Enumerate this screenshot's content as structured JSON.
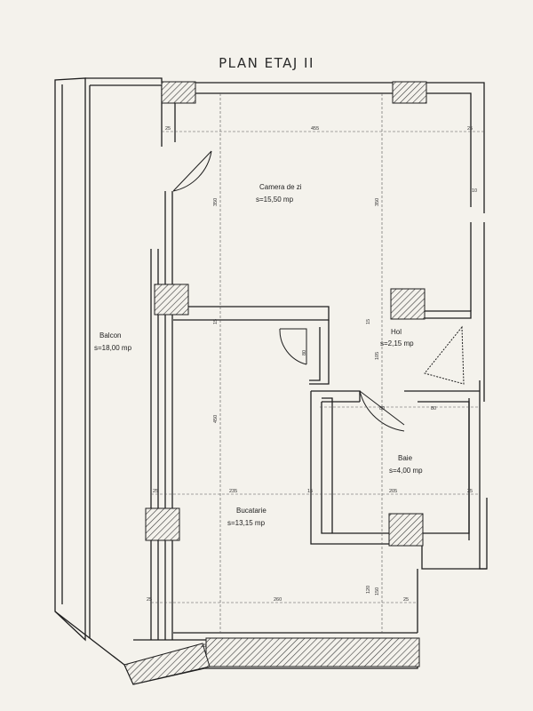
{
  "title": "PLAN ETAJ II",
  "rooms": {
    "camera": {
      "name": "Camera de zi",
      "area": "s=15,50 mp"
    },
    "hol": {
      "name": "Hol",
      "area": "s=2,15 mp"
    },
    "balcon": {
      "name": "Balcon",
      "area": "s=18,00 mp"
    },
    "baie": {
      "name": "Baie",
      "area": "s=4,00 mp"
    },
    "bucatarie": {
      "name": "Bucatarie",
      "area": "s=13,15 mp"
    }
  },
  "dimensions": {
    "top_width": "455",
    "top_left": "25",
    "top_right": "25",
    "right_small": "10",
    "camera_h1": "350",
    "camera_h2": "350",
    "mid_15": "15",
    "hol_15": "15",
    "hol_105": "105",
    "door_80": "80",
    "door_80b": "80",
    "door_80c": "80",
    "kitchen_h": "450",
    "kitchen_row_25": "25",
    "kitchen_235": "235",
    "kitchen_15": "15",
    "baie_205": "205",
    "baie_25": "25",
    "baie_150": "150",
    "bottom_25a": "25",
    "bottom_260": "260",
    "bottom_25b": "25",
    "bottom_120": "120",
    "bottom_25c": "25"
  },
  "colors": {
    "line": "#1e1e1e",
    "paper": "#f4f2ec",
    "hatch": "#3a3a3a"
  }
}
